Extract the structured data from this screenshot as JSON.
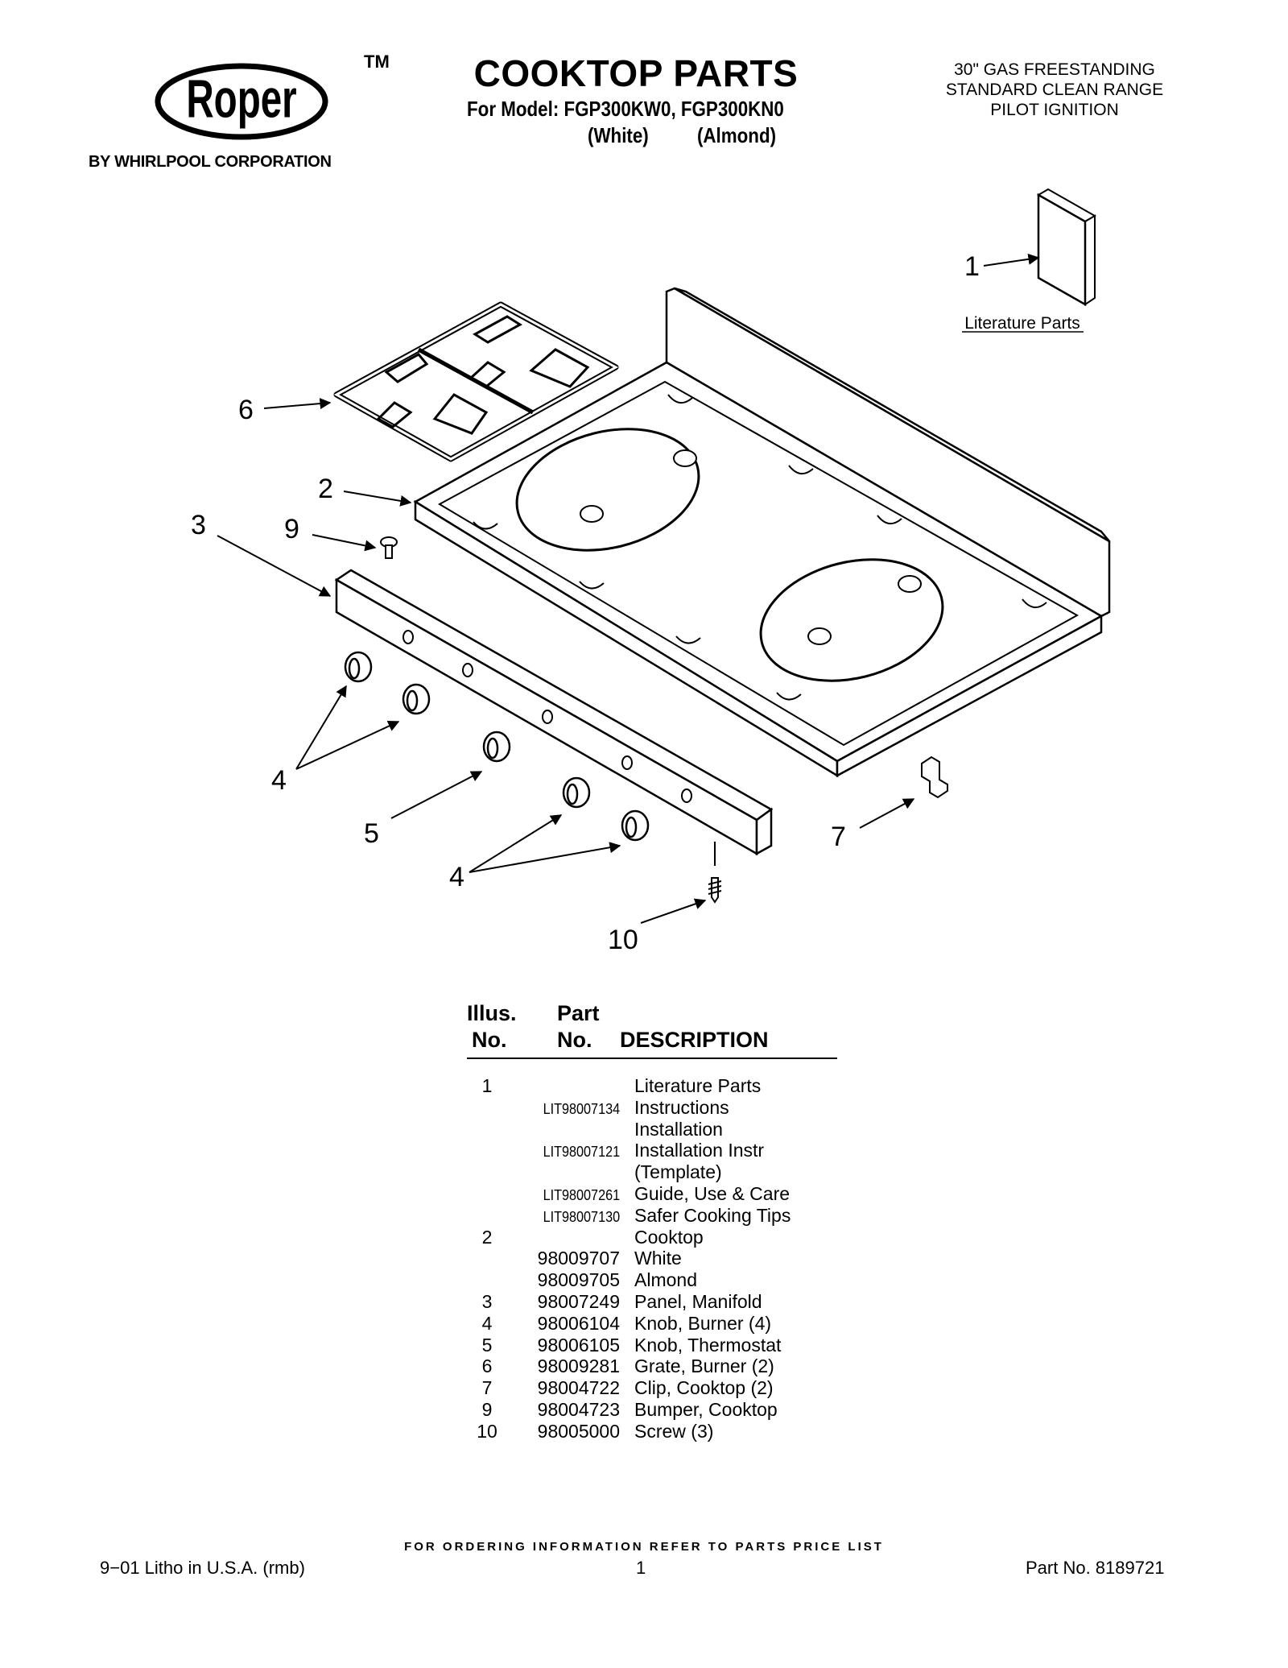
{
  "header": {
    "brand": "Roper",
    "trademark": "TM",
    "tagline": "BY WHIRLPOOL CORPORATION",
    "title": "COOKTOP PARTS",
    "model_line": "For Model: FGP300KW0, FGP300KN0",
    "variants": [
      "(White)",
      "(Almond)"
    ],
    "spec_lines": [
      "30\" GAS FREESTANDING",
      "STANDARD CLEAN RANGE",
      "PILOT IGNITION"
    ]
  },
  "diagram": {
    "callouts": {
      "c1": "1",
      "c2": "2",
      "c3": "3",
      "c4a": "4",
      "c4b": "4",
      "c5": "5",
      "c6": "6",
      "c7": "7",
      "c9": "9",
      "c10": "10"
    },
    "literature_label": "Literature Parts"
  },
  "table": {
    "headers": {
      "illus": "Illus.",
      "illus_no": "No.",
      "part": "Part",
      "part_no": "No.",
      "description": "DESCRIPTION"
    },
    "rows": [
      {
        "illus": "1",
        "part": "",
        "desc": "Literature Parts"
      },
      {
        "illus": "",
        "part": "LIT98007134",
        "desc": "Instructions"
      },
      {
        "illus": "",
        "part": "",
        "desc": "Installation"
      },
      {
        "illus": "",
        "part": "LIT98007121",
        "desc": "Installation Instr"
      },
      {
        "illus": "",
        "part": "",
        "desc": "(Template)"
      },
      {
        "illus": "",
        "part": "LIT98007261",
        "desc": "Guide, Use & Care"
      },
      {
        "illus": "",
        "part": "LIT98007130",
        "desc": "Safer Cooking Tips"
      },
      {
        "illus": "2",
        "part": "",
        "desc": "Cooktop"
      },
      {
        "illus": "",
        "part": "98009707",
        "desc": "White"
      },
      {
        "illus": "",
        "part": "98009705",
        "desc": "Almond"
      },
      {
        "illus": "3",
        "part": "98007249",
        "desc": "Panel, Manifold"
      },
      {
        "illus": "4",
        "part": "98006104",
        "desc": "Knob, Burner (4)"
      },
      {
        "illus": "5",
        "part": "98006105",
        "desc": "Knob, Thermostat"
      },
      {
        "illus": "6",
        "part": "98009281",
        "desc": "Grate, Burner (2)"
      },
      {
        "illus": "7",
        "part": "98004722",
        "desc": "Clip, Cooktop (2)"
      },
      {
        "illus": "9",
        "part": "98004723",
        "desc": "Bumper, Cooktop"
      },
      {
        "illus": "10",
        "part": "98005000",
        "desc": "Screw (3)"
      }
    ]
  },
  "footer": {
    "ordering_note": "FOR ORDERING INFORMATION REFER TO PARTS PRICE LIST",
    "litho": "9−01 Litho in U.S.A. (rmb)",
    "page_number": "1",
    "part_number": "Part No. 8189721"
  }
}
